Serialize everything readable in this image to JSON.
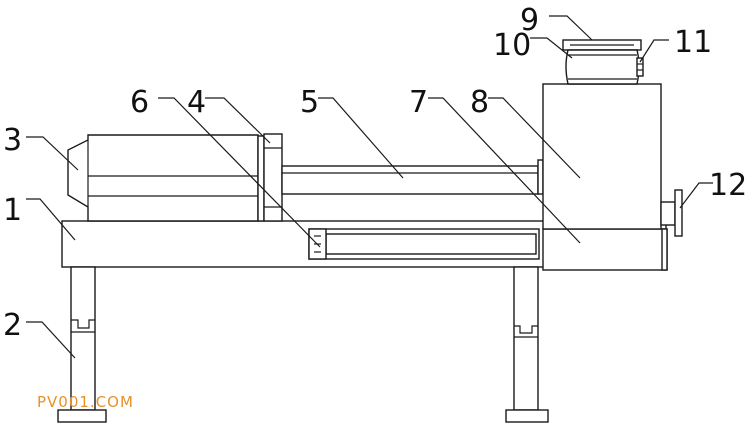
{
  "labels": {
    "l1": "1",
    "l2": "2",
    "l3": "3",
    "l4": "4",
    "l5": "5",
    "l6": "6",
    "l7": "7",
    "l8": "8",
    "l9": "9",
    "l10": "10",
    "l11": "11",
    "l12": "12"
  },
  "watermark": {
    "text": "PV001.COM",
    "color": "#e8912b"
  }
}
